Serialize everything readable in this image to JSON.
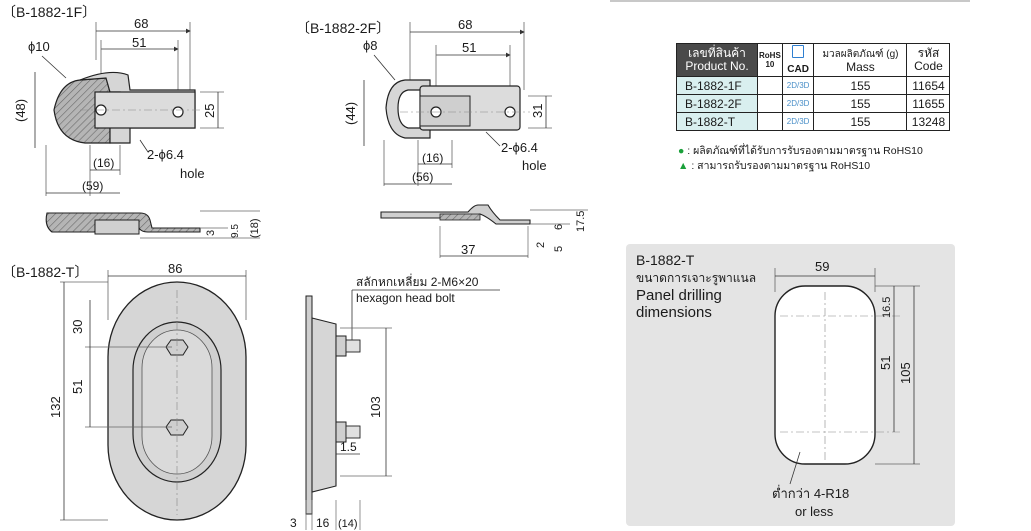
{
  "figure_1f": {
    "title": "〔B-1882-1F〕",
    "dim_68": "68",
    "dim_51": "51",
    "dim_phi10": "ϕ10",
    "dim_48": "(48)",
    "dim_25": "25",
    "dim_16": "(16)",
    "dim_59": "(59)",
    "hole_spec": "2-ϕ6.4",
    "hole_word": "hole",
    "dim_3": "3",
    "dim_9_5": "9.5",
    "dim_18": "(18)"
  },
  "figure_2f": {
    "title": "〔B-1882-2F〕",
    "dim_68": "68",
    "dim_51": "51",
    "dim_phi8": "ϕ8",
    "dim_44": "(44)",
    "dim_31": "31",
    "dim_16": "(16)",
    "dim_56": "(56)",
    "hole_spec": "2-ϕ6.4",
    "hole_word": "hole",
    "dim_6": "6",
    "dim_17_5": "17.5",
    "dim_37": "37",
    "dim_2": "2",
    "dim_5": "5"
  },
  "figure_t": {
    "title": "〔B-1882-T〕",
    "dim_86": "86",
    "dim_30": "30",
    "dim_51": "51",
    "dim_132": "132",
    "bolt_label_th": "สลักหกเหลี่ยม 2-M6×20",
    "bolt_label_en": "hexagon head bolt",
    "dim_103": "103",
    "dim_1_5": "1.5",
    "dim_3": "3",
    "dim_16": "16",
    "dim_14": "(14)"
  },
  "table": {
    "headers": {
      "product_th": "เลขที่สินค้า",
      "product_en": "Product No.",
      "rohs": "RoHS",
      "rohs_num": "10",
      "cad": "CAD",
      "mass_th": "มวลผลิตภัณฑ์ (g)",
      "mass_en": "Mass",
      "code_th": "รหัส",
      "code_en": "Code"
    },
    "rows": [
      {
        "product": "B-1882-1F",
        "cad": "2D/3D",
        "mass": "155",
        "code": "11654"
      },
      {
        "product": "B-1882-2F",
        "cad": "2D/3D",
        "mass": "155",
        "code": "11655"
      },
      {
        "product": "B-1882-T",
        "cad": "2D/3D",
        "mass": "155",
        "code": "13248"
      }
    ]
  },
  "notes": {
    "note1": ": ผลิตภัณฑ์ที่ได้รับการรับรองตามมาตรฐาน RoHS10",
    "note2": ": สามารถรับรองตามมาตรฐาน RoHS10"
  },
  "panel": {
    "title": "B-1882-T",
    "label_th": "ขนาดการเจาะรูพาแนล",
    "label_en1": "Panel drilling",
    "label_en2": "dimensions",
    "dim_59": "59",
    "dim_16_5": "16.5",
    "dim_51": "51",
    "dim_105": "105",
    "radius_th": "ต่ำกว่า 4-R18",
    "radius_en": "or less"
  },
  "colors": {
    "part_fill": "#d8d8d8",
    "hatch": "#9a9a9a",
    "panel_bg": "#e4e4e4",
    "table_head": "#4a4a4a",
    "row_fill": "#d9efef"
  }
}
